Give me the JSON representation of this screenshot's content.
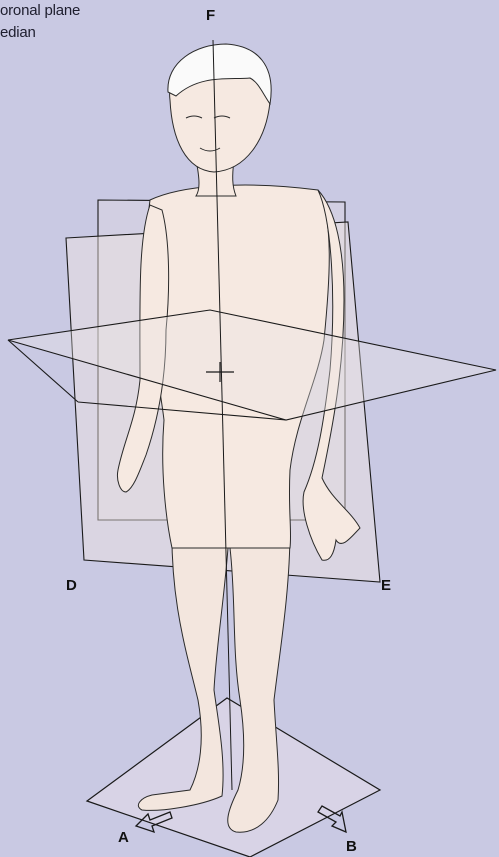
{
  "captions": {
    "line1": "oronal plane",
    "line2": "edian"
  },
  "labels": {
    "a": "A",
    "b": "B",
    "d": "D",
    "e": "E",
    "f": "F"
  },
  "colors": {
    "background": "#c9c9e3",
    "skin": "#f6e9e1",
    "plane_tint": "#e7ddd6",
    "line": "#1a1a1a"
  }
}
